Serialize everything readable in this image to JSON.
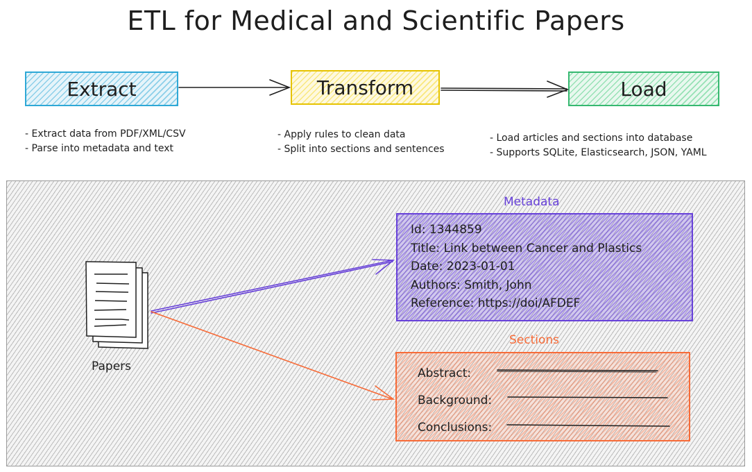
{
  "title": "ETL for Medical and Scientific Papers",
  "stages": [
    {
      "label": "Extract",
      "color": "#2ea8d6",
      "bullets": [
        "- Extract data from PDF/XML/CSV",
        "- Parse into metadata and text"
      ]
    },
    {
      "label": "Transform",
      "color": "#e6c300",
      "bullets": [
        "- Apply rules to clean data",
        "- Split into sections and sentences"
      ]
    },
    {
      "label": "Load",
      "color": "#36b870",
      "bullets": [
        "- Load articles and sections into database",
        "- Supports SQLite, Elasticsearch, JSON, YAML"
      ]
    }
  ],
  "papers": {
    "label": "Papers",
    "icon": "document-stack-icon"
  },
  "metadata": {
    "label": "Metadata",
    "color": "#6741d9",
    "lines": [
      "Id: 1344859",
      "Title: Link between Cancer and Plastics",
      "Date: 2023-01-01",
      "Authors: Smith, John",
      "Reference: https://doi/AFDEF"
    ]
  },
  "sections": {
    "label": "Sections",
    "color": "#f76b38",
    "items": [
      "Abstract:",
      "Background:",
      "Conclusions:"
    ]
  }
}
